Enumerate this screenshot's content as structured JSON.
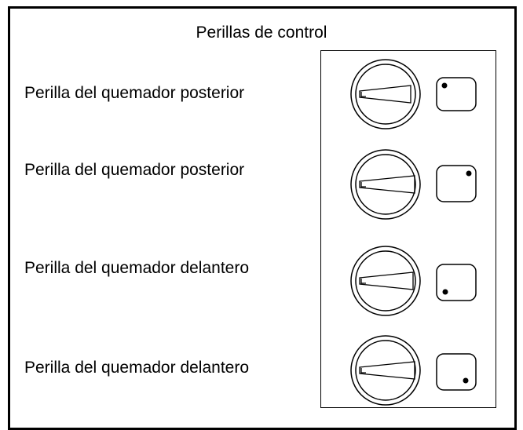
{
  "title": "Perillas de control",
  "knobs": [
    {
      "label": "Perilla del quemador posterior",
      "indicator_dot": "top-left"
    },
    {
      "label": "Perilla del quemador posterior",
      "indicator_dot": "top-right"
    },
    {
      "label": "Perilla del quemador delantero",
      "indicator_dot": "bottom-left"
    },
    {
      "label": "Perilla del quemador delantero",
      "indicator_dot": "bottom-right"
    }
  ]
}
